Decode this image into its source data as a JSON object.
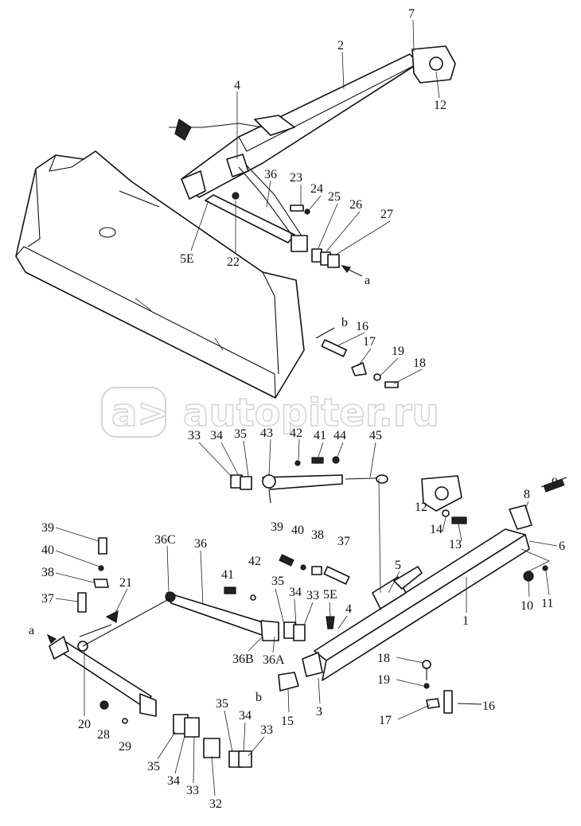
{
  "watermark": {
    "text": "autopiter.ru",
    "logo": "a>"
  },
  "labels": [
    "7",
    "2",
    "12",
    "4",
    "36",
    "23",
    "24",
    "25",
    "26",
    "27",
    "a",
    "5E",
    "22",
    "b",
    "16",
    "17",
    "19",
    "18",
    "33",
    "34",
    "35",
    "43",
    "42",
    "41",
    "44",
    "45",
    "9",
    "8",
    "12",
    "14",
    "13",
    "6",
    "10",
    "11",
    "1",
    "5",
    "39",
    "40",
    "38",
    "37",
    "21",
    "a",
    "20",
    "28",
    "29",
    "36C",
    "36",
    "41",
    "42",
    "36B",
    "36A",
    "39",
    "40",
    "38",
    "37",
    "35",
    "34",
    "33",
    "5E",
    "4",
    "18",
    "19",
    "17",
    "16",
    "b",
    "15",
    "3",
    "35",
    "34",
    "33",
    "32",
    "35",
    "34",
    "33"
  ]
}
